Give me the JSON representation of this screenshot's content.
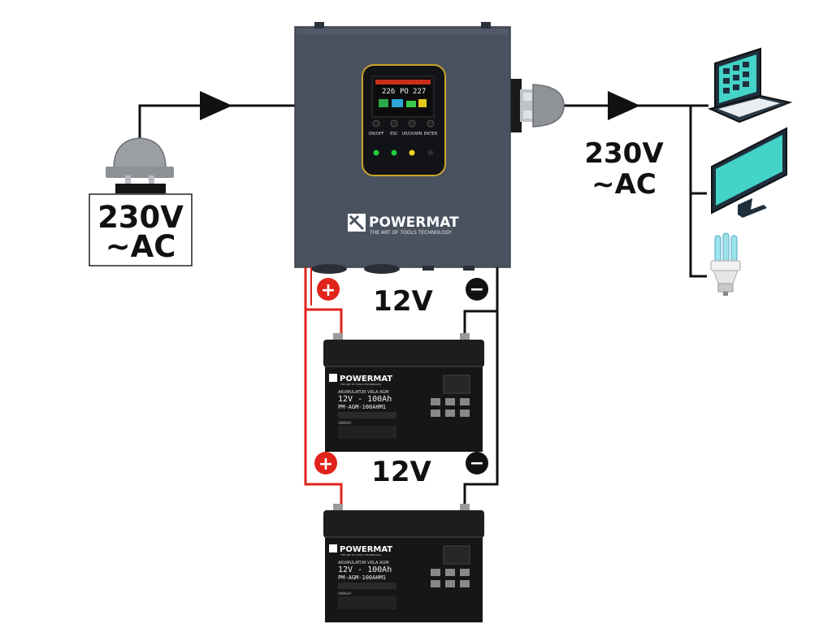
{
  "input": {
    "voltage": "230V",
    "type": "~AC"
  },
  "output": {
    "voltage": "230V",
    "type": "~AC"
  },
  "inverter": {
    "brand": "POWERMAT",
    "tagline": "THE ART OF TOOLS TECHNOLOGY",
    "display": {
      "left": "226",
      "mid": "PO",
      "right": "227"
    },
    "buttons": [
      "ON/OFF",
      "ESC",
      "UP/DOWN",
      "ENTER"
    ],
    "leds": [
      "#1fcc3a",
      "#1fcc3a",
      "#f2d21b",
      "#2c2c2c"
    ]
  },
  "battery_link_1": {
    "voltage": "12V",
    "plus": "+",
    "minus": "−"
  },
  "battery_link_2": {
    "voltage": "12V",
    "plus": "+",
    "minus": "−"
  },
  "battery": {
    "brand": "POWERMAT",
    "tagline": "THE ART OF TOOLS TECHNOLOGY",
    "title": "AKUMULATOR VRLA AGM",
    "rating": "12V - 100Ah",
    "model": "PM-AGM-100AHM1",
    "warning_title": "UWAGA!"
  },
  "devices": [
    "laptop-icon",
    "monitor-icon",
    "lightbulb-icon"
  ],
  "colors": {
    "positive_wire": "#e0241b",
    "negative_wire": "#111111",
    "inverter_body": "#4a5260",
    "screen": "#43d3c7"
  }
}
